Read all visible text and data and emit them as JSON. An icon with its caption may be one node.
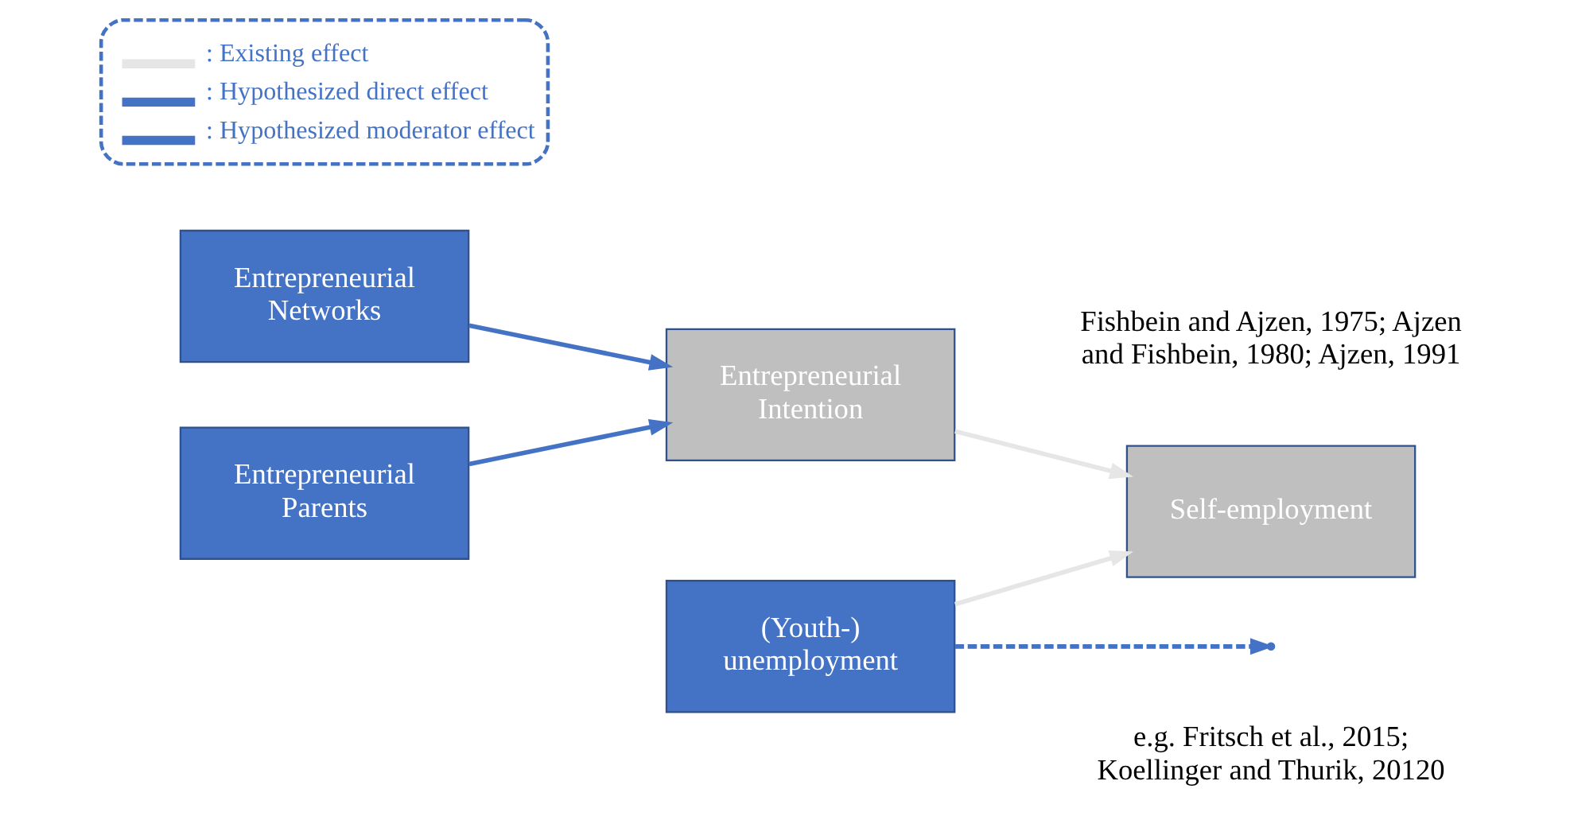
{
  "diagram": {
    "nodes": [
      {
        "text": [
          "Entrepreneurial Networks"
        ]
      },
      {
        "text": [
          "Entrepreneurial Parents"
        ]
      },
      {
        "text": [
          "Entrepreneurial Intention"
        ]
      },
      {
        "text": [
          "Self-employment"
        ]
      },
      {
        "text": [
          "(Youth-) unemployment"
        ]
      }
    ],
    "edges": [
      {
        "from": 0,
        "to": 2,
        "arrow": "to"
      },
      {
        "from": 1,
        "to": 2,
        "arrow": "to"
      },
      {
        "from": 4,
        "to": null,
        "arrow": "to",
        "style": "dashed"
      },
      {
        "from": 2,
        "to": 3,
        "arrow": "to",
        "color": "#e7e6e6"
      },
      {
        "from": 4,
        "to": 3,
        "arrow": "to",
        "color": "#e7e6e6"
      }
    ],
    "labels": [
      "Fishbein and Ajzen, 1975; Ajzen and Fishbein, 1980; Ajzen, 1991",
      "e.g. Fritsch et al., 2015; Koellinger and Thurik, 20120"
    ],
    "legend": [
      {
        "text": ": Existing effect"
      },
      {
        "text": ": Hypothesized direct effect"
      },
      {
        "text": ": Hypothesized moderator effect"
      }
    ]
  }
}
